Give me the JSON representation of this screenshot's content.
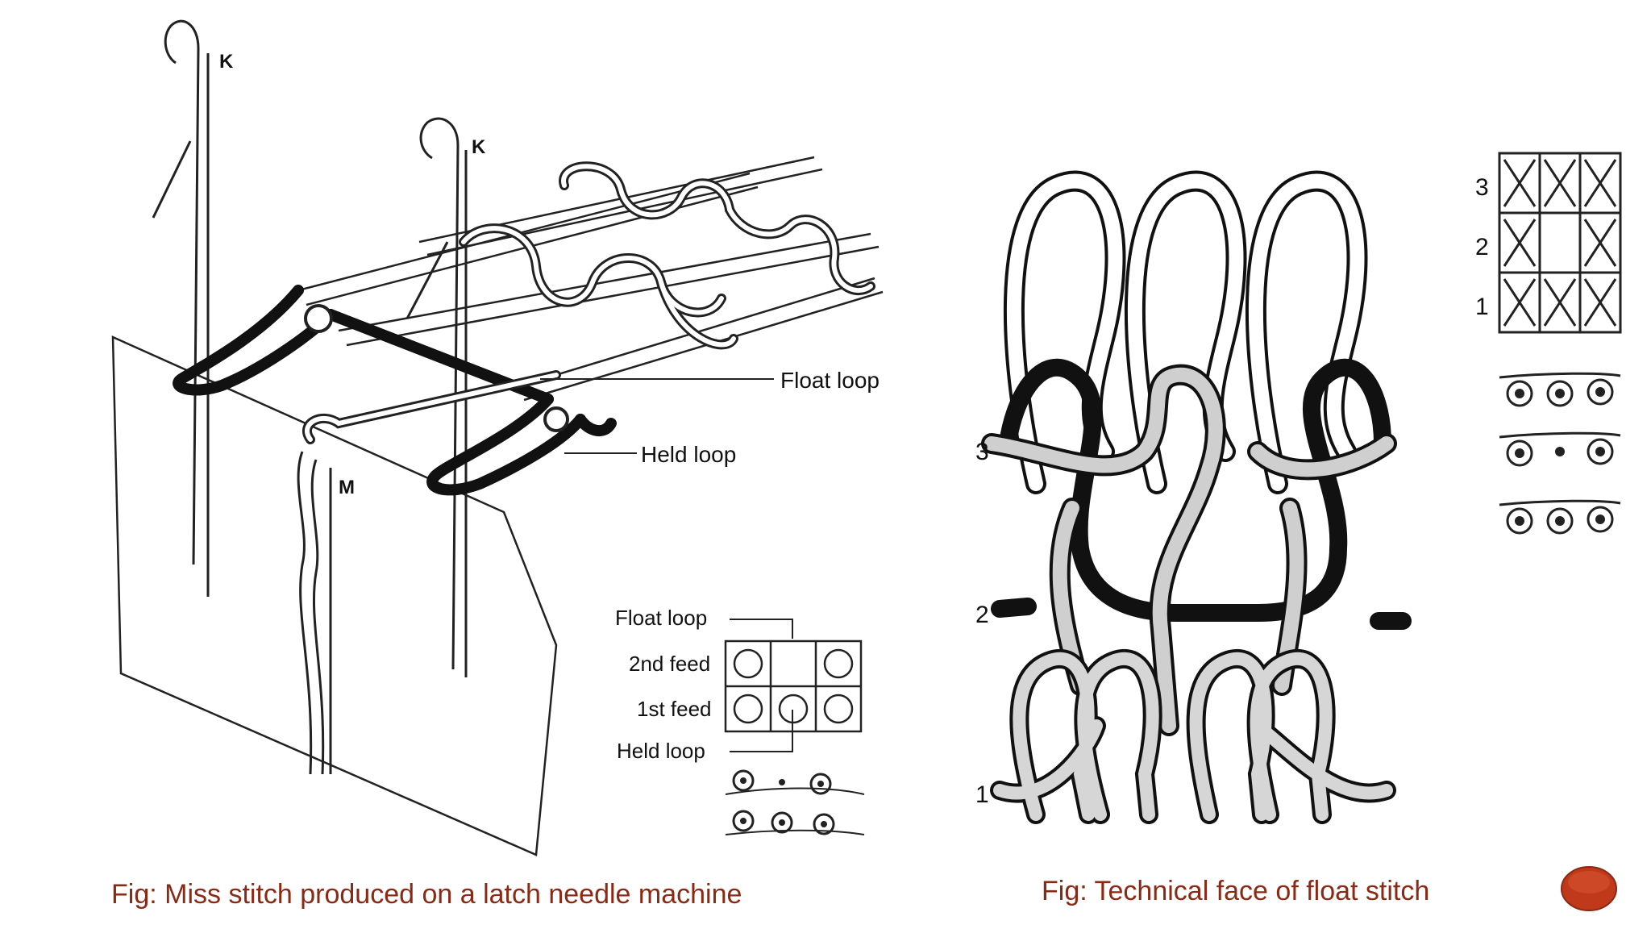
{
  "captions": {
    "left": "Fig: Miss stitch produced on a latch needle machine",
    "right": "Fig: Technical face of float stitch"
  },
  "left_figure": {
    "needle_labels": [
      "K",
      "K"
    ],
    "sinker_label": "M",
    "callouts": {
      "float_loop": "Float loop",
      "held_loop": "Held loop"
    },
    "notation": {
      "float_loop": "Float loop",
      "second_feed": "2nd feed",
      "first_feed": "1st feed",
      "held_loop": "Held loop",
      "grid": [
        [
          "O",
          "",
          "O"
        ],
        [
          "O",
          "O",
          "O"
        ]
      ]
    }
  },
  "right_figure": {
    "course_labels": [
      "3",
      "2",
      "1"
    ],
    "grid_rows": [
      {
        "label": "3",
        "cells": [
          "X",
          "X",
          "X"
        ]
      },
      {
        "label": "2",
        "cells": [
          "X",
          "",
          "X"
        ]
      },
      {
        "label": "1",
        "cells": [
          "X",
          "X",
          "X"
        ]
      }
    ]
  },
  "colors": {
    "caption": "#8b2a14",
    "badge": "#c0391b",
    "ink": "#111111"
  }
}
